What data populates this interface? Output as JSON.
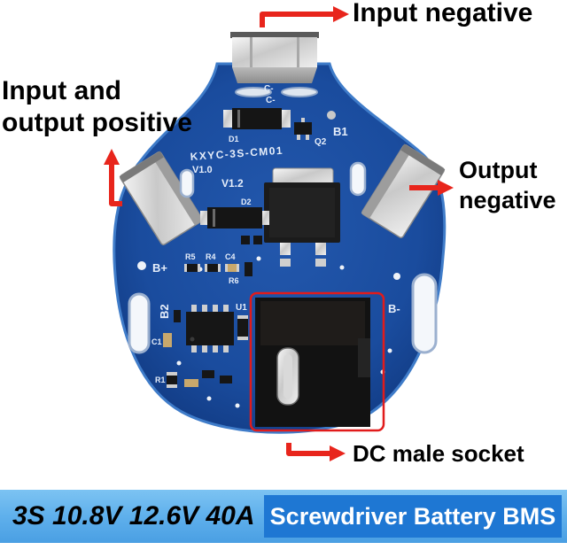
{
  "callouts": {
    "input_negative": "Input negative",
    "input_output_positive": [
      "Input and",
      "output positive"
    ],
    "output_negative": [
      "Output",
      "negative"
    ],
    "dc_male_socket": "DC male socket"
  },
  "board": {
    "silkscreen": {
      "model": "KXYC-3S-CM01",
      "version_1": "V1.0",
      "version_2": "V1.2",
      "b1": "B1",
      "b2": "B2",
      "b_plus": "B+",
      "b_minus": "B-",
      "c_minus_1": "C-",
      "c_minus_2": "C-",
      "d1": "D1",
      "d2": "D2",
      "q2": "Q2",
      "r5": "R5",
      "r4": "R4",
      "c4": "C4",
      "r6": "R6",
      "u1": "U1",
      "c1": "C1",
      "r1": "R1"
    }
  },
  "banner": {
    "spec": "3S 10.8V 12.6V 40A",
    "title": "Screwdriver Battery BMS"
  },
  "colors": {
    "callout_red": "#e8251c",
    "highlight_frame": "#e11b1b",
    "board_blue": "#1a4c9e",
    "banner_light_blue": "#5fb0ec",
    "banner_dark_blue": "#1e77d3"
  }
}
